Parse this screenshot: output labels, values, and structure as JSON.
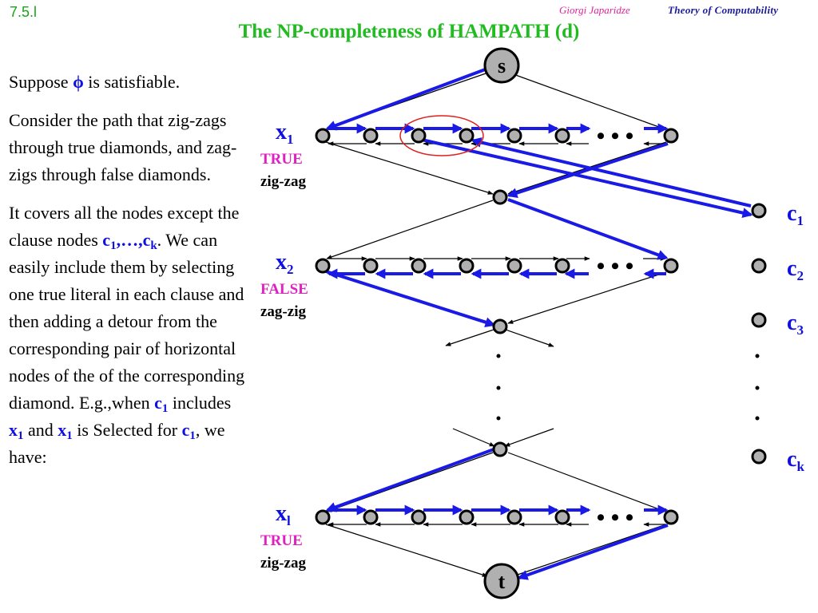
{
  "header": {
    "slide_number": "7.5.l",
    "author": "Giorgi Japaridze",
    "course": "Theory of Computability",
    "title": "The NP-completeness of HAMPATH (d)"
  },
  "text": {
    "p1_a": "Suppose ",
    "p1_phi": "ϕ",
    "p1_b": " is satisfiable.",
    "p2": "Consider the path that zig-zags through true diamonds, and zag-zigs through false diamonds.",
    "p3_a": "It covers all the nodes except the clause nodes ",
    "p3_c1": "c",
    "p3_c1_sub": "1",
    "p3_sep": ",…,",
    "p3_ck": "c",
    "p3_ck_sub": "k",
    "p3_b": ". We can easily include them by selecting one true literal in each clause and then adding a detour from the corresponding pair of horizontal nodes of the of the corresponding diamond. E.g.,when ",
    "p3_c1b": "c",
    "p3_c1b_sub": "1",
    "p3_c": " includes ",
    "p3_x1": "x",
    "p3_x1_sub": "1",
    "p3_and": " and ",
    "p3_x1b": "x",
    "p3_x1b_sub": "1",
    "p3_d": " is Selected for ",
    "p3_c1c": "c",
    "p3_c1c_sub": "1",
    "p3_e": ", we have:"
  },
  "diagram": {
    "node_s": "s",
    "node_t": "t",
    "diamonds": [
      {
        "var": "x",
        "sub": "1",
        "value": "TRUE",
        "mode": "zig-zag"
      },
      {
        "var": "x",
        "sub": "2",
        "value": "FALSE",
        "mode": "zag-zig"
      },
      {
        "var": "x",
        "sub": "l",
        "value": "TRUE",
        "mode": "zig-zag"
      }
    ],
    "clauses": [
      {
        "name": "c",
        "sub": "1"
      },
      {
        "name": "c",
        "sub": "2"
      },
      {
        "name": "c",
        "sub": "3"
      },
      {
        "name": "c",
        "sub": "k"
      }
    ],
    "ellipsis": "• • •",
    "colors": {
      "path_blue": "#1a1ae6",
      "node_fill": "#b0b0b0",
      "highlight_red": "#e02020",
      "title_green": "#22bb22",
      "value_magenta": "#e020c0"
    }
  }
}
